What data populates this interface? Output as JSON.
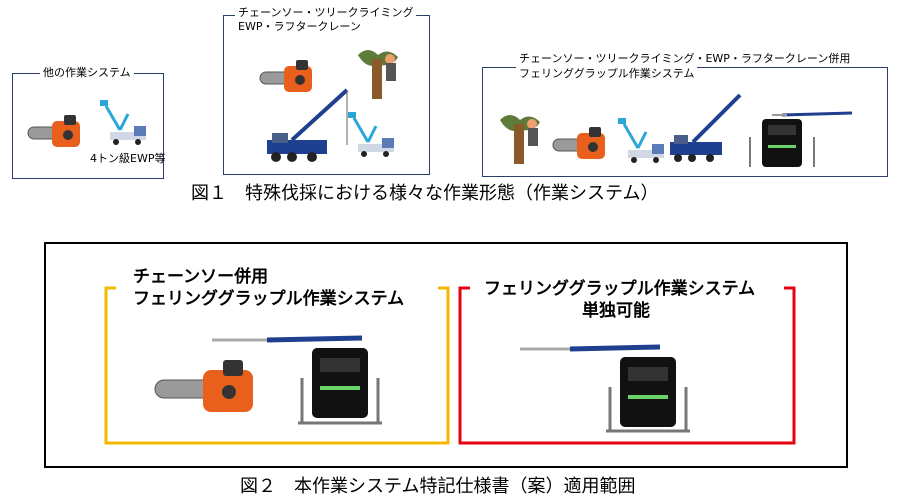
{
  "figure1": {
    "box_a": {
      "title": "他の作業システム",
      "note": "4トン級EWP等"
    },
    "box_b": {
      "title_line1": "チェーンソー・ツリークライミング",
      "title_line2": "EWP・ラフタークレーン"
    },
    "box_c": {
      "title_line1": "チェーンソー・ツリークライミング・EWP・ラフタークレーン併用",
      "title_line2": "フェリンググラップル作業システム"
    },
    "caption": "図１　特殊伐採における様々な作業形態（作業システム）"
  },
  "figure2": {
    "left": {
      "line1": "チェーンソー併用",
      "line2": "フェリンググラップル作業システム"
    },
    "right": {
      "line1": "フェリンググラップル作業システム",
      "line2": "単独可能"
    },
    "caption": "図２　本作業システム特記仕様書（案）適用範囲"
  },
  "colors": {
    "frame": "#2b3f6b",
    "left_bracket": "#f5b800",
    "right_bracket": "#e60012",
    "chainsaw": "#e8601c",
    "crane_blue": "#1f3f8f",
    "ewp_cyan": "#2aa7d8"
  }
}
